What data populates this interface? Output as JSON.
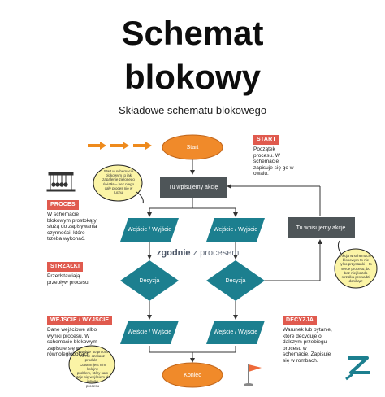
{
  "header": {
    "title_line1": "Schemat",
    "title_line2": "blokowy",
    "subtitle": "Składowe schematu blokowego"
  },
  "colors": {
    "start_end": "#f08a2a",
    "process": "#4e5558",
    "io_decision": "#1c7f8f",
    "tag": "#e05a4e",
    "note": "#fbf4a6",
    "arrow_icon": "#ee8a1c"
  },
  "nodes": {
    "start": "Start",
    "process_top": "Tu wpisujemy akcję",
    "io_left": "Wejście / Wyjście",
    "io_right": "Wejście / Wyjście",
    "decision_left": "Decyzja",
    "decision_right": "Decyzja",
    "process_side": "Tu wpisujemy akcję",
    "io_bottom_left": "Wejście / Wyjście",
    "io_bottom_right": "Wejście / Wyjście",
    "end": "Koniec"
  },
  "legend": {
    "start": {
      "tag": "START",
      "text": [
        "Początek",
        "procesu. W",
        "schemacie",
        "zapisuje się go w",
        "owalu."
      ]
    },
    "proces": {
      "tag": "PROCES",
      "text": [
        "W schemacie",
        "blokowym prostokąty",
        "służą do zapisywania",
        "czynności, które",
        "trzeba wykonać."
      ]
    },
    "strzalki": {
      "tag": "STRZAŁKI",
      "text": [
        "Przedstawiają",
        "przepływ procesu"
      ]
    },
    "wejscie": {
      "tag": "WEJŚCIE / WYJŚCIE",
      "text": [
        "Dane wejściowe albo",
        "wyniki procesu. W",
        "schemacie blokowym",
        "zapisuje się w",
        "równoległobokach"
      ]
    },
    "decyzja": {
      "tag": "DECYZJA",
      "text": [
        "Warunek lub pytanie,",
        "które decyduje o",
        "dalszym przebiegu",
        "procesu w",
        "schemacie. Zapisuje",
        "się w rombach."
      ]
    }
  },
  "notes": {
    "left_top": [
      "Start w schemacie",
      "blokowym to jak",
      "zapalenie zielonego",
      "światła – bez niego",
      "cały proces nie w",
      "ruchu."
    ],
    "right": [
      "Akcja w schemacie",
      "blokowym to nie",
      "tylko przystanki – to",
      "serce procesu, bo",
      "bez niej kazda",
      "strzałka prowadzi",
      "donikąd!"
    ],
    "left_bottom": [
      "„Wejście” to proces",
      "na nie czekasz",
      "produkt –",
      "czasem jest nim kolejny",
      "problem, który sam",
      "staje się wejściem do",
      "innego",
      "procesu"
    ]
  },
  "brand": {
    "prefix": "zgodnie",
    "suffix": " z procesem"
  }
}
